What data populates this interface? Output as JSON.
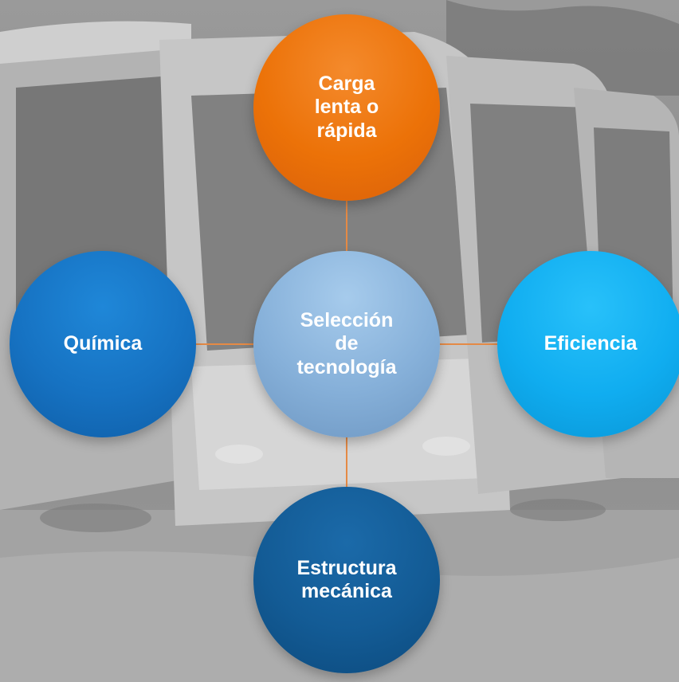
{
  "diagram": {
    "center": {
      "label": "Selección\nde\ntecnología",
      "color": "#86b0d9"
    },
    "nodes": [
      {
        "id": "top",
        "label": "Carga\nlenta o\nrápida",
        "color": "#ec7208"
      },
      {
        "id": "left",
        "label": "Química",
        "color": "#1672c2"
      },
      {
        "id": "right",
        "label": "Eficiencia",
        "color": "#10adf0"
      },
      {
        "id": "bottom",
        "label": "Estructura\nmecánica",
        "color": "#135b95"
      }
    ],
    "connector_color": "#e58a45"
  }
}
